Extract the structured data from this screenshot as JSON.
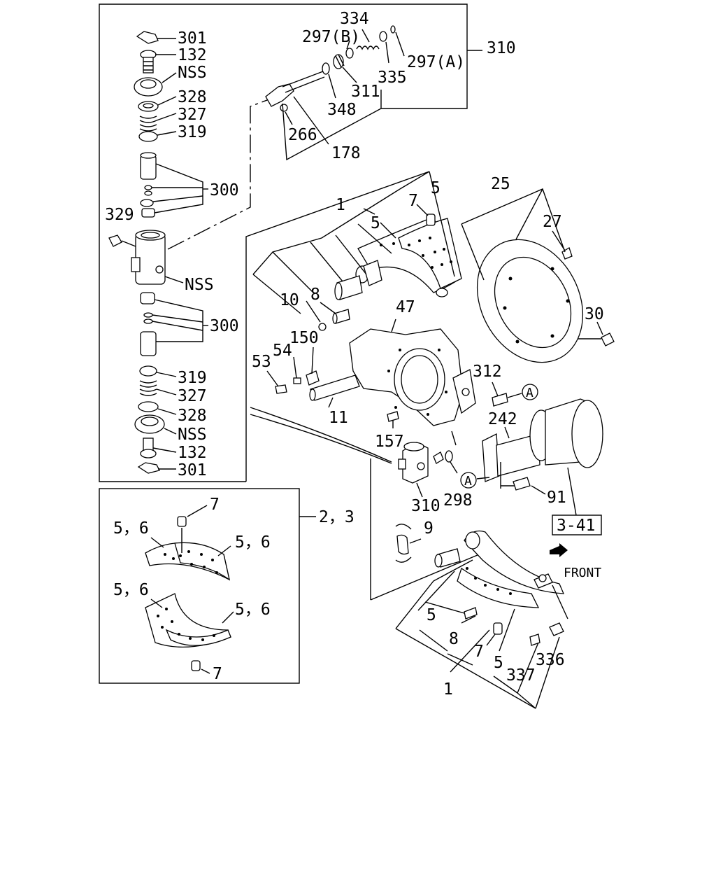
{
  "labels": {
    "p301_top": "301",
    "p132_top": "132",
    "nss_top": "NSS",
    "p328_top": "328",
    "p327_top": "327",
    "p319_top": "319",
    "p300_top": "300",
    "p329": "329",
    "nss_mid": "NSS",
    "p300_bot": "300",
    "p319_bot": "319",
    "p327_bot": "327",
    "p328_bot": "328",
    "nss_bot": "NSS",
    "p132_bot": "132",
    "p301_bot": "301",
    "p334": "334",
    "p297b": "297(B)",
    "p310_top": "310",
    "p297a": "297(A)",
    "p335": "335",
    "p311": "311",
    "p348": "348",
    "p266": "266",
    "p178": "178",
    "p1_top": "1",
    "p7_top": "7",
    "p5_top_a": "5",
    "p5_top_b": "5",
    "p25": "25",
    "p27": "27",
    "p10": "10",
    "p8_top": "8",
    "p47": "47",
    "p30": "30",
    "p150": "150",
    "p54": "54",
    "p53": "53",
    "p312": "312",
    "p11": "11",
    "p242": "242",
    "p157": "157",
    "p310_mid": "310",
    "p298": "298",
    "p91": "91",
    "ref_3_41": "3-41",
    "p9": "9",
    "front": "FRONT",
    "p7_inset_top": "7",
    "p2_3": "2，3",
    "p56_a": "5，6",
    "p56_b": "5，6",
    "p56_c": "5，6",
    "p56_d": "5，6",
    "p7_inset_bot": "7",
    "p5_bot_a": "5",
    "p8_bot": "8",
    "p7_bot": "7",
    "p5_bot_b": "5",
    "p336": "336",
    "p337": "337",
    "p1_bot": "1",
    "circ_a1": "A",
    "circ_a2": "A"
  }
}
